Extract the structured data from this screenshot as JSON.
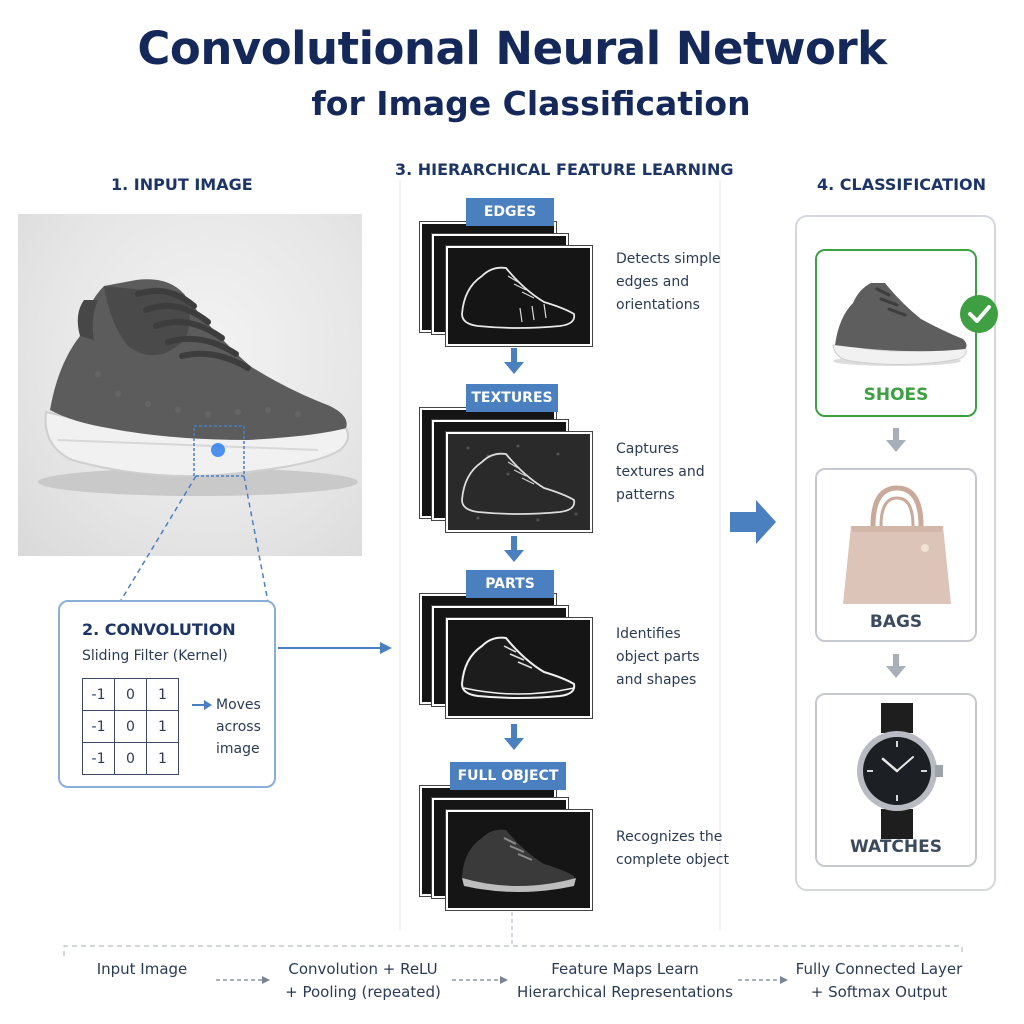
{
  "header": {
    "title": "Convolutional Neural Network",
    "subtitle": "for Image Classification"
  },
  "sections": {
    "input": "1. INPUT IMAGE",
    "features": "3. HIERARCHICAL FEATURE LEARNING",
    "classification": "4. CLASSIFICATION"
  },
  "convolution": {
    "title": "2. CONVOLUTION",
    "subtitle": "Sliding Filter (Kernel)",
    "kernel": [
      [
        "-1",
        "0",
        "1"
      ],
      [
        "-1",
        "0",
        "1"
      ],
      [
        "-1",
        "0",
        "1"
      ]
    ],
    "note": "Moves\nacross\nimage"
  },
  "feature_stages": [
    {
      "label": "EDGES",
      "description": "Detects simple\nedges and\norientations"
    },
    {
      "label": "TEXTURES",
      "description": "Captures\ntextures and\npatterns"
    },
    {
      "label": "PARTS",
      "description": "Identifies\nobject parts\nand shapes"
    },
    {
      "label": "FULL OBJECT",
      "description": "Recognizes the\ncomplete object"
    }
  ],
  "classes": [
    {
      "label": "SHOES",
      "selected": true
    },
    {
      "label": "BAGS",
      "selected": false
    },
    {
      "label": "WATCHES",
      "selected": false
    }
  ],
  "pipeline": [
    "Input Image",
    "Convolution + ReLU\n+ Pooling (repeated)",
    "Feature Maps Learn\nHierarchical Representations",
    "Fully Connected Layer\n+ Softmax Output"
  ],
  "colors": {
    "title": "#14295a",
    "accent_blue": "#4a7fc0",
    "selected_green": "#3ea043",
    "class_label_gray": "#3c4a5e"
  }
}
